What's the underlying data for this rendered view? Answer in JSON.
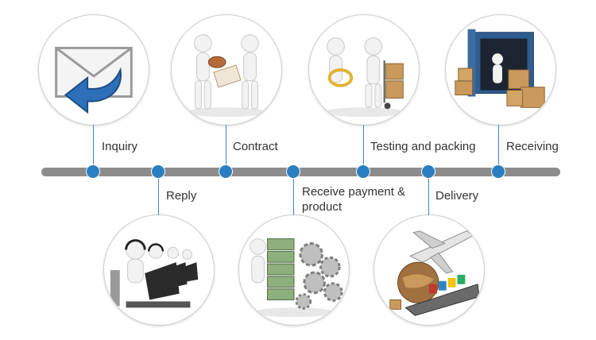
{
  "steps": [
    {
      "label": "Inquiry",
      "illustration": "envelope-reply-icon"
    },
    {
      "label": "Reply",
      "illustration": "call-center-operators"
    },
    {
      "label": "Contract",
      "illustration": "handshake-stamp"
    },
    {
      "label": "Receive payment & product",
      "illustration": "money-gears"
    },
    {
      "label": "Testing and packing",
      "illustration": "magnifier-box-cart"
    },
    {
      "label": "Delivery",
      "illustration": "airplane-globe-ship"
    },
    {
      "label": "Receiving",
      "illustration": "container-boxes"
    }
  ],
  "colors": {
    "timeline": "#8c8c8c",
    "node": "#2b7fc0",
    "connector": "#3f86c4",
    "text": "#333333"
  }
}
